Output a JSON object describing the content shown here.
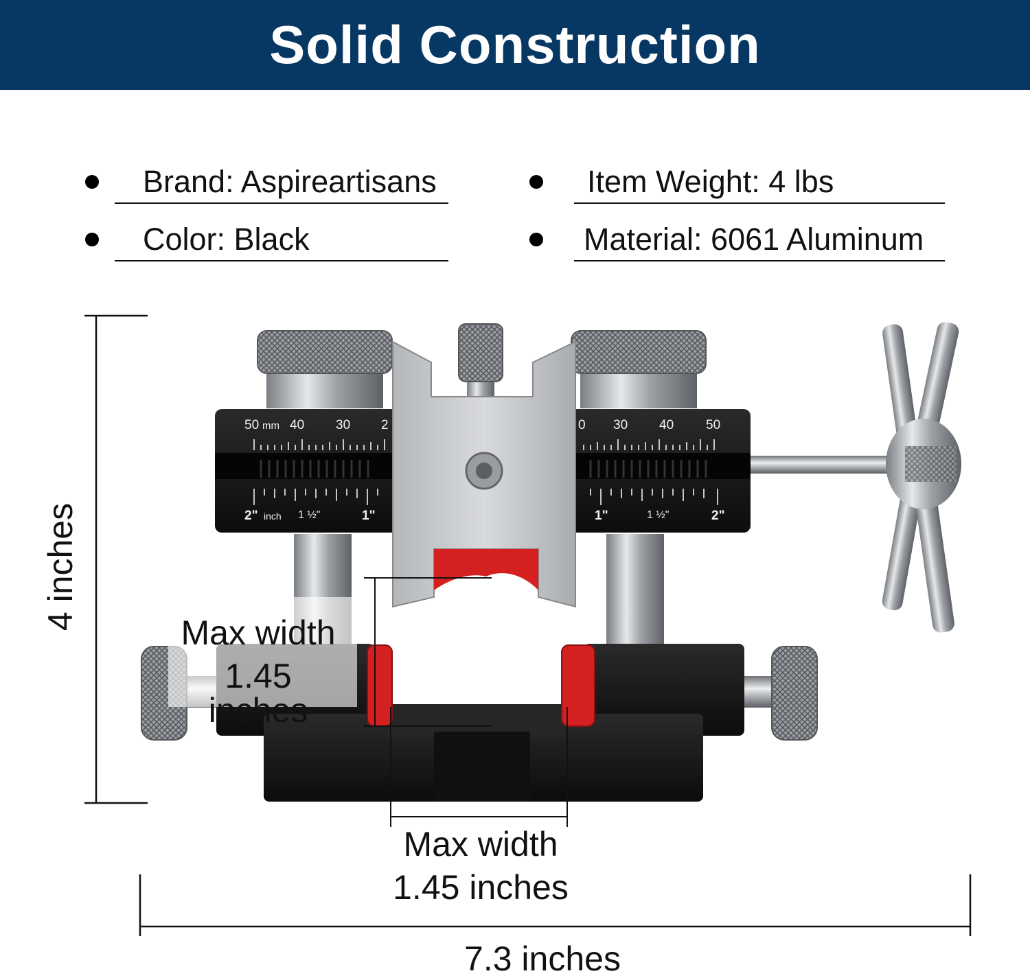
{
  "header": {
    "title": "Solid Construction",
    "background": "#073763"
  },
  "specs": {
    "brand": "Brand: Aspireartisans",
    "weight": "Item Weight: 4 lbs",
    "color": "Color: Black",
    "material": "Material: 6061 Aluminum"
  },
  "dimensions": {
    "height": "4 inches",
    "jaw_label_line1": "Max width",
    "jaw_label_line2": "1.45 inches",
    "bottom_label_line1": "Max width",
    "bottom_label_line2": "1.45 inches",
    "overall_width": "7.3 inches"
  },
  "ruler": {
    "mm_unit": "mm",
    "inch_unit": "inch",
    "left_mm_ticks": [
      "50",
      "40",
      "30",
      "2"
    ],
    "right_mm_ticks": [
      "0",
      "30",
      "40",
      "50"
    ],
    "left_inch_ticks": [
      "2\"",
      "1 ½\"",
      "1\""
    ],
    "right_inch_ticks": [
      "1\"",
      "1 ½\"",
      "2\""
    ]
  },
  "colors": {
    "accent_red": "#d42020",
    "body_black": "#141414",
    "steel": "#b8bcc0"
  }
}
